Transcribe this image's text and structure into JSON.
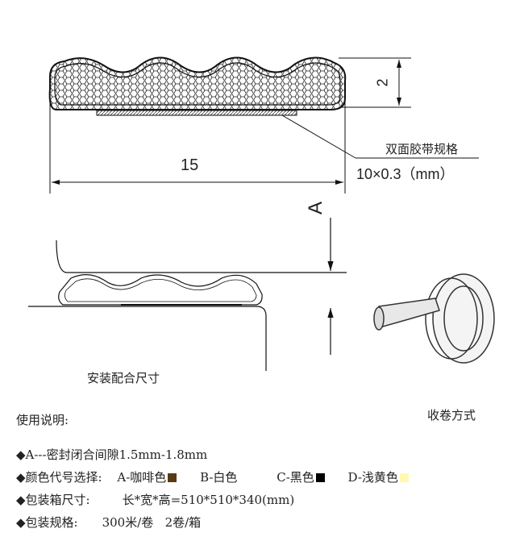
{
  "drawing": {
    "dim_width": "15",
    "dim_height": "2",
    "tape_label": "双面胶带规格",
    "tape_spec": "10×0.3（mm）",
    "gap_label": "A",
    "install_caption": "安装配合尺寸",
    "roll_caption": "收卷方式"
  },
  "instructions": {
    "title": "使用说明:",
    "gap": "◆A---密封闭合间隙1.5mm-1.8mm",
    "color_label": "◆颜色代号选择:",
    "colors": [
      {
        "label": "A-咖啡色",
        "hex": "#5a3a12"
      },
      {
        "label": "B-白色",
        "hex": ""
      },
      {
        "label": "C-黑色",
        "hex": "#000000"
      },
      {
        "label": "D-浅黄色",
        "hex": "#fff8b0"
      }
    ],
    "box_label": "◆包装箱尺寸:",
    "box_value": "长*宽*高=510*510*340(mm)",
    "pack_label": "◆包装规格:",
    "pack_value": "300米/卷   2卷/箱"
  }
}
